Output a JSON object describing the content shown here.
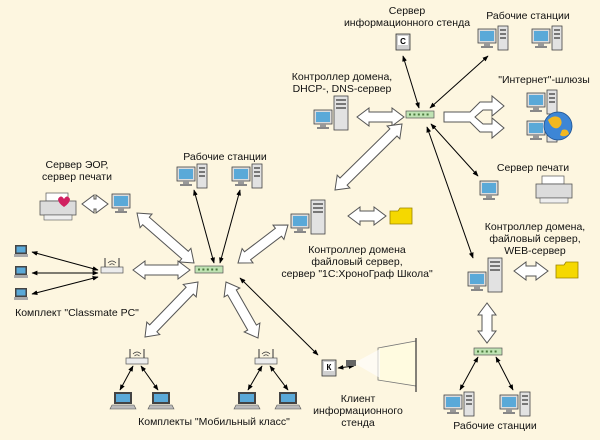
{
  "labels": {
    "info_stand_server": "Сервер\nинформационного стенда",
    "workstations_top": "Рабочие станции",
    "domain_controller_dhcp": "Контроллер домена,\nDHCP-, DNS-сервер",
    "internet_gateways": "\"Интернет\"-шлюзы",
    "eor_server": "Сервер ЭОР,\nсервер печати",
    "workstations_mid": "Рабочие станции",
    "print_server": "Сервер печати",
    "domain_controller_file_web": "Контроллер домена,\nфайловый сервер,\nWEB-сервер",
    "domain_controller_file_1c": "Контроллер домена\nфайловый сервер,\nсервер \"1С:ХроноГраф Школа\"",
    "classmate_kit": "Комплект \"Classmate PC\"",
    "info_stand_client": "Клиент\nинформационного\nстенда",
    "mobile_class": "Комплекты \"Мобильный класс\"",
    "workstations_bottom": "Рабочие станции"
  },
  "icon_letters": {
    "server_terminal": "С",
    "client_terminal": "К"
  },
  "colors": {
    "background": "#fdf6e0",
    "screen": "#5aa9d8",
    "monitor": "#dcdcdc",
    "switch": "#bfe3b3",
    "folder": "#f5d800",
    "arrow_fill": "#ffffff",
    "line": "#000000"
  }
}
